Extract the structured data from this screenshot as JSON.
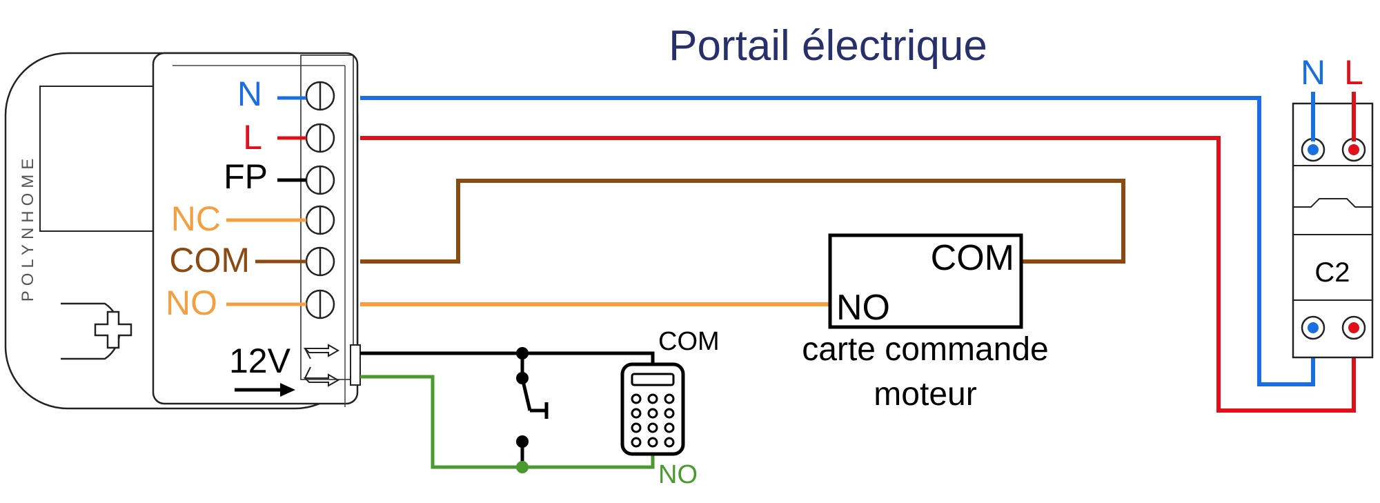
{
  "title": "Portail électrique",
  "brand": "POLYNHOME",
  "colors": {
    "title": "#27306b",
    "neutral": "#1a6fe0",
    "live": "#e0101a",
    "fp": "#000000",
    "nc": "#f4a040",
    "com": "#8b4a12",
    "no": "#f4a040",
    "input_wire": "#4a9a30",
    "signal_wire": "#000000"
  },
  "module": {
    "terminals": [
      {
        "label": "N",
        "color": "#1a6fe0"
      },
      {
        "label": "L",
        "color": "#e0101a"
      },
      {
        "label": "FP",
        "color": "#000000"
      },
      {
        "label": "NC",
        "color": "#f4a040"
      },
      {
        "label": "COM",
        "color": "#8b4a12"
      },
      {
        "label": "NO",
        "color": "#f4a040"
      }
    ],
    "input_label": "12V"
  },
  "motor_board": {
    "com_label": "COM",
    "no_label": "NO",
    "caption_line1": "carte commande",
    "caption_line2": "moteur"
  },
  "keypad": {
    "com_label": "COM",
    "no_label": "NO"
  },
  "breaker": {
    "label": "C2",
    "n_label": "N",
    "l_label": "L"
  }
}
